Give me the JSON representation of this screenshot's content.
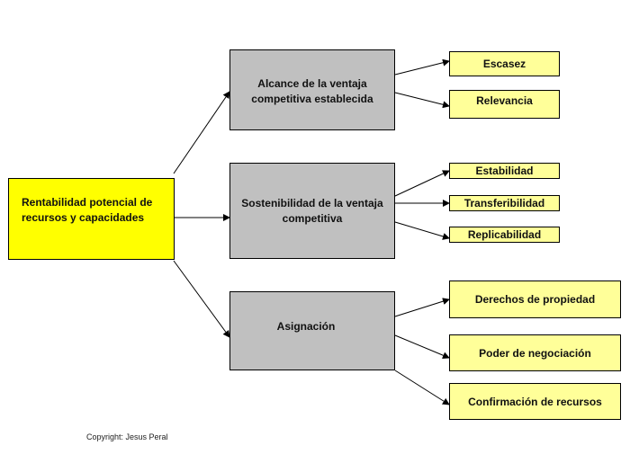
{
  "root": "Rentabilidad potencial de recursos y capacidades",
  "branches": [
    {
      "label": "Alcance de la ventaja competitiva establecida",
      "leaves": [
        "Escasez",
        "Relevancia"
      ]
    },
    {
      "label": "Sostenibilidad de la ventaja competitiva",
      "leaves": [
        "Estabilidad",
        "Transferibilidad",
        "Replicabilidad"
      ]
    },
    {
      "label": "Asignación",
      "leaves": [
        "Derechos de propiedad",
        "Poder de negociación",
        "Confirmación de recursos"
      ]
    }
  ],
  "copyright": "Copyright: Jesus Peral",
  "colors": {
    "root": "#ffff00",
    "branch": "#c0c0c0",
    "leaf": "#ffff99"
  }
}
